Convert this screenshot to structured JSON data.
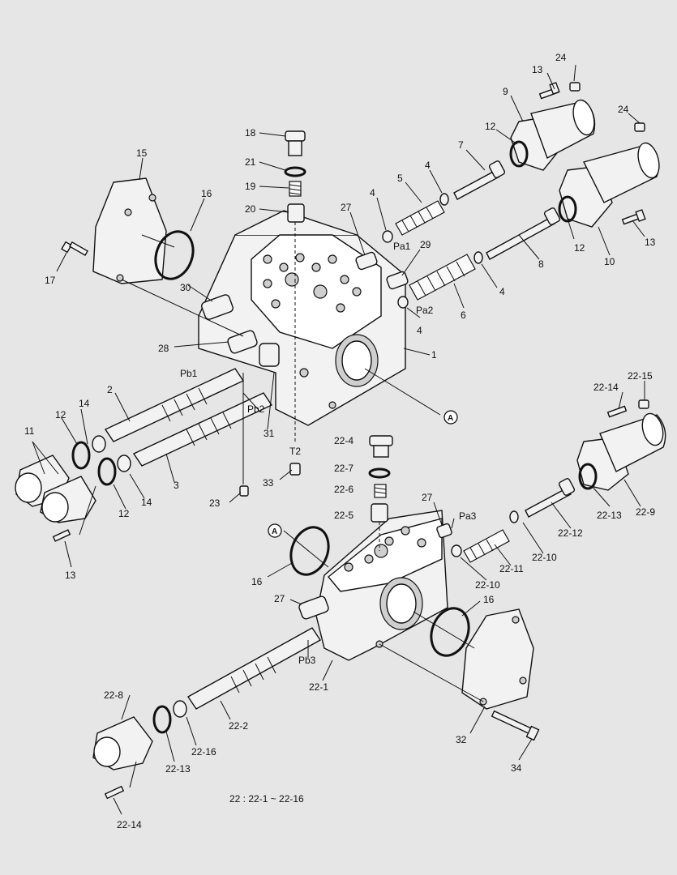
{
  "colors": {
    "background": "#e6e6e6",
    "line": "#111111",
    "part_fill": "#f2f2f2"
  },
  "callouts": [
    {
      "id": "24a",
      "text": "24"
    },
    {
      "id": "13a",
      "text": "13"
    },
    {
      "id": "9",
      "text": "9"
    },
    {
      "id": "24b",
      "text": "24"
    },
    {
      "id": "12a",
      "text": "12"
    },
    {
      "id": "7",
      "text": "7"
    },
    {
      "id": "18",
      "text": "18"
    },
    {
      "id": "21",
      "text": "21"
    },
    {
      "id": "19",
      "text": "19"
    },
    {
      "id": "20",
      "text": "20"
    },
    {
      "id": "15",
      "text": "15"
    },
    {
      "id": "16a",
      "text": "16"
    },
    {
      "id": "5",
      "text": "5"
    },
    {
      "id": "4a",
      "text": "4"
    },
    {
      "id": "4b",
      "text": "4"
    },
    {
      "id": "27a",
      "text": "27"
    },
    {
      "id": "Pa1",
      "text": "Pa1"
    },
    {
      "id": "29",
      "text": "29"
    },
    {
      "id": "12b",
      "text": "12"
    },
    {
      "id": "10",
      "text": "10"
    },
    {
      "id": "13b",
      "text": "13"
    },
    {
      "id": "8",
      "text": "8"
    },
    {
      "id": "17",
      "text": "17"
    },
    {
      "id": "30",
      "text": "30"
    },
    {
      "id": "Pa2",
      "text": "Pa2"
    },
    {
      "id": "4c",
      "text": "4"
    },
    {
      "id": "4d",
      "text": "4"
    },
    {
      "id": "6",
      "text": "6"
    },
    {
      "id": "28",
      "text": "28"
    },
    {
      "id": "1",
      "text": "1"
    },
    {
      "id": "Pb1",
      "text": "Pb1"
    },
    {
      "id": "2",
      "text": "2"
    },
    {
      "id": "14a",
      "text": "14"
    },
    {
      "id": "Pb2",
      "text": "Pb2"
    },
    {
      "id": "12c",
      "text": "12"
    },
    {
      "id": "11",
      "text": "11"
    },
    {
      "id": "31",
      "text": "31"
    },
    {
      "id": "T2",
      "text": "T2"
    },
    {
      "id": "3",
      "text": "3"
    },
    {
      "id": "12d",
      "text": "12"
    },
    {
      "id": "14b",
      "text": "14"
    },
    {
      "id": "33",
      "text": "33"
    },
    {
      "id": "23",
      "text": "23"
    },
    {
      "id": "13c",
      "text": "13"
    },
    {
      "id": "22-14a",
      "text": "22-14"
    },
    {
      "id": "22-15",
      "text": "22-15"
    },
    {
      "id": "22-4",
      "text": "22-4"
    },
    {
      "id": "22-7",
      "text": "22-7"
    },
    {
      "id": "22-6",
      "text": "22-6"
    },
    {
      "id": "22-5",
      "text": "22-5"
    },
    {
      "id": "27b",
      "text": "27"
    },
    {
      "id": "Pa3",
      "text": "Pa3"
    },
    {
      "id": "22-13a",
      "text": "22-13"
    },
    {
      "id": "22-9",
      "text": "22-9"
    },
    {
      "id": "22-12",
      "text": "22-12"
    },
    {
      "id": "22-10a",
      "text": "22-10"
    },
    {
      "id": "22-11",
      "text": "22-11"
    },
    {
      "id": "22-10b",
      "text": "22-10"
    },
    {
      "id": "16b",
      "text": "16"
    },
    {
      "id": "27c",
      "text": "27"
    },
    {
      "id": "16c",
      "text": "16"
    },
    {
      "id": "Pb3",
      "text": "Pb3"
    },
    {
      "id": "22-1",
      "text": "22-1"
    },
    {
      "id": "22-8",
      "text": "22-8"
    },
    {
      "id": "22-2",
      "text": "22-2"
    },
    {
      "id": "22-16",
      "text": "22-16"
    },
    {
      "id": "22-13b",
      "text": "22-13"
    },
    {
      "id": "32",
      "text": "32"
    },
    {
      "id": "34",
      "text": "34"
    },
    {
      "id": "22-14b",
      "text": "22-14"
    }
  ],
  "refs": {
    "a1": "A",
    "a2": "A"
  },
  "note": "22 : 22-1 ~ 22-16"
}
